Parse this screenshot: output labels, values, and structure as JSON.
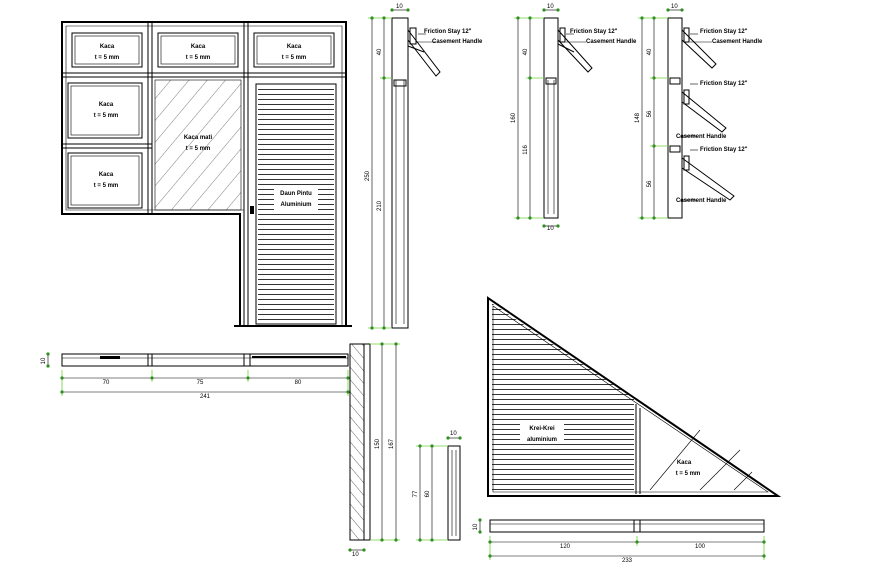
{
  "labels": {
    "glass_1": "Kaca",
    "thickness_1": "t = 5 mm",
    "glass_2": "Kaca",
    "thickness_2": "t = 5 mm",
    "glass_3": "Kaca",
    "thickness_3": "t = 5 mm",
    "glass_4": "Kaca",
    "thickness_4": "t = 5 mm",
    "glass_5": "Kaca",
    "thickness_5": "t = 5 mm",
    "fixed_glass": "Kaca mati",
    "fixed_glass_thickness": "t = 5 mm",
    "door_leaf": "Daun Pintu",
    "door_material": "Aluminium",
    "louver": "Krei-Krei",
    "louver_material": "aluminium",
    "tri_glass": "Kaca",
    "tri_glass_thickness": "t = 5 mm"
  },
  "annotations": {
    "stay_a": "Friction Stay 12\"",
    "handle_a": "Casement Handle",
    "stay_b": "Friction Stay 12\"",
    "handle_b": "Casement Handle",
    "stay_c1": "Friction Stay 12\"",
    "handle_c1": "Casement Handle",
    "stay_c2": "Friction Stay 12\"",
    "handle_c2": "Casement Handle"
  },
  "dims": {
    "s1_top": "10",
    "s1_h1": "40",
    "s1_total": "250",
    "s1_door": "210",
    "s2_top": "10",
    "s2_h1": "40",
    "s2_total": "160",
    "s2_h2": "116",
    "s2_bot": "10",
    "s3_top": "10",
    "s3_h1": "40",
    "s3_total": "148",
    "s3_h2": "56",
    "s3_h3": "56",
    "plan_left": "10",
    "plan_a": "70",
    "plan_b": "75",
    "plan_c": "80",
    "plan_total": "241",
    "vsec_a": "150",
    "vsec_b": "167",
    "vsec_bot": "10",
    "small_top": "10",
    "small_a": "77",
    "small_b": "60",
    "tri_left": "10",
    "tri_a": "120",
    "tri_b": "100",
    "tri_total": "233"
  }
}
